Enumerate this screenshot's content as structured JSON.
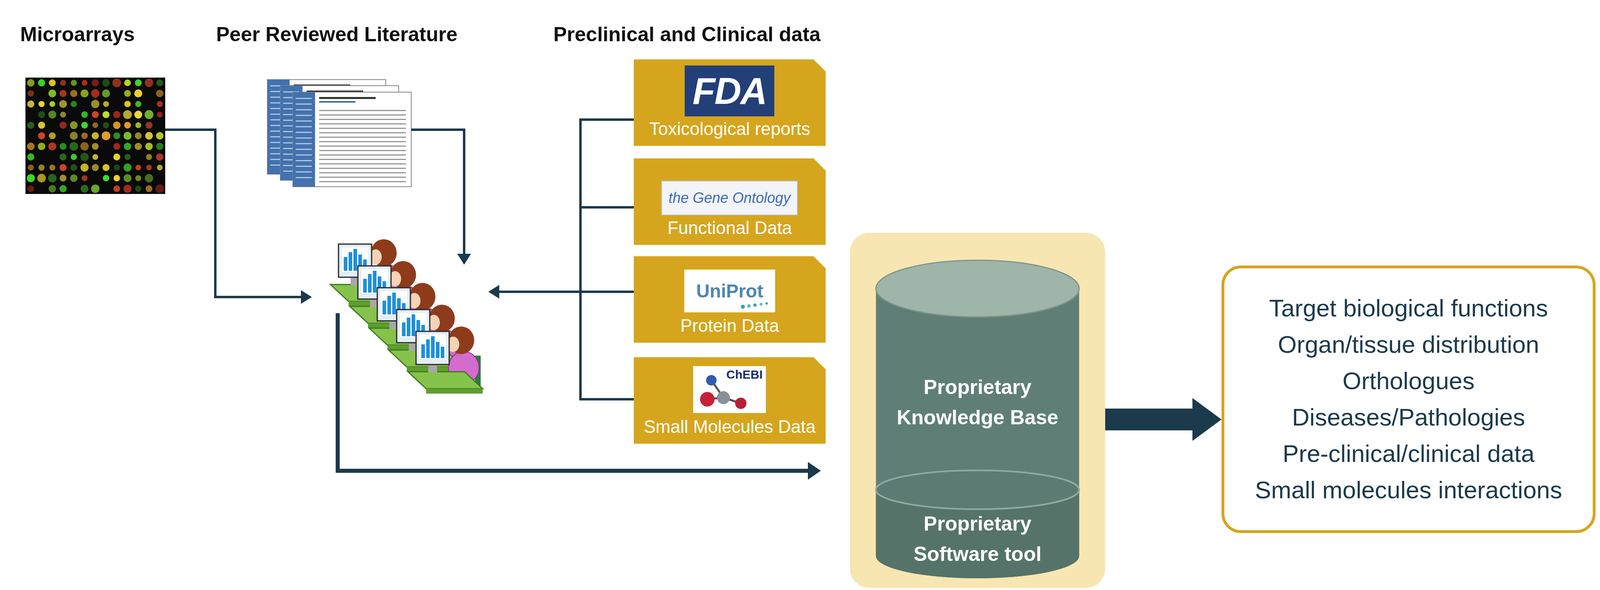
{
  "diagram": {
    "nodes": [
      {
        "text": [
          "FDA",
          "Toxicological reports"
        ]
      },
      {
        "text": [
          "the Gene Ontology",
          "Functional Data"
        ]
      },
      {
        "text": [
          "UniProt",
          "Protein Data"
        ]
      },
      {
        "text": [
          "ChEBI",
          "Small Molecules Data"
        ]
      },
      {
        "text": [
          "Proprietary Knowledge Base",
          "Proprietary Software tool"
        ]
      },
      {
        "text": [
          "Target biological functions",
          "Organ/tissue distribution",
          "Orthologues",
          "Diseases/Pathologies",
          "Pre-clinical/clinical data",
          "Small molecules interactions"
        ]
      }
    ],
    "edges": [
      {
        "from": 4,
        "to": 5,
        "arrow": "to"
      }
    ],
    "labels": [
      "Microarrays",
      "Peer Reviewed Literature",
      "Preclinical and Clinical data"
    ]
  }
}
